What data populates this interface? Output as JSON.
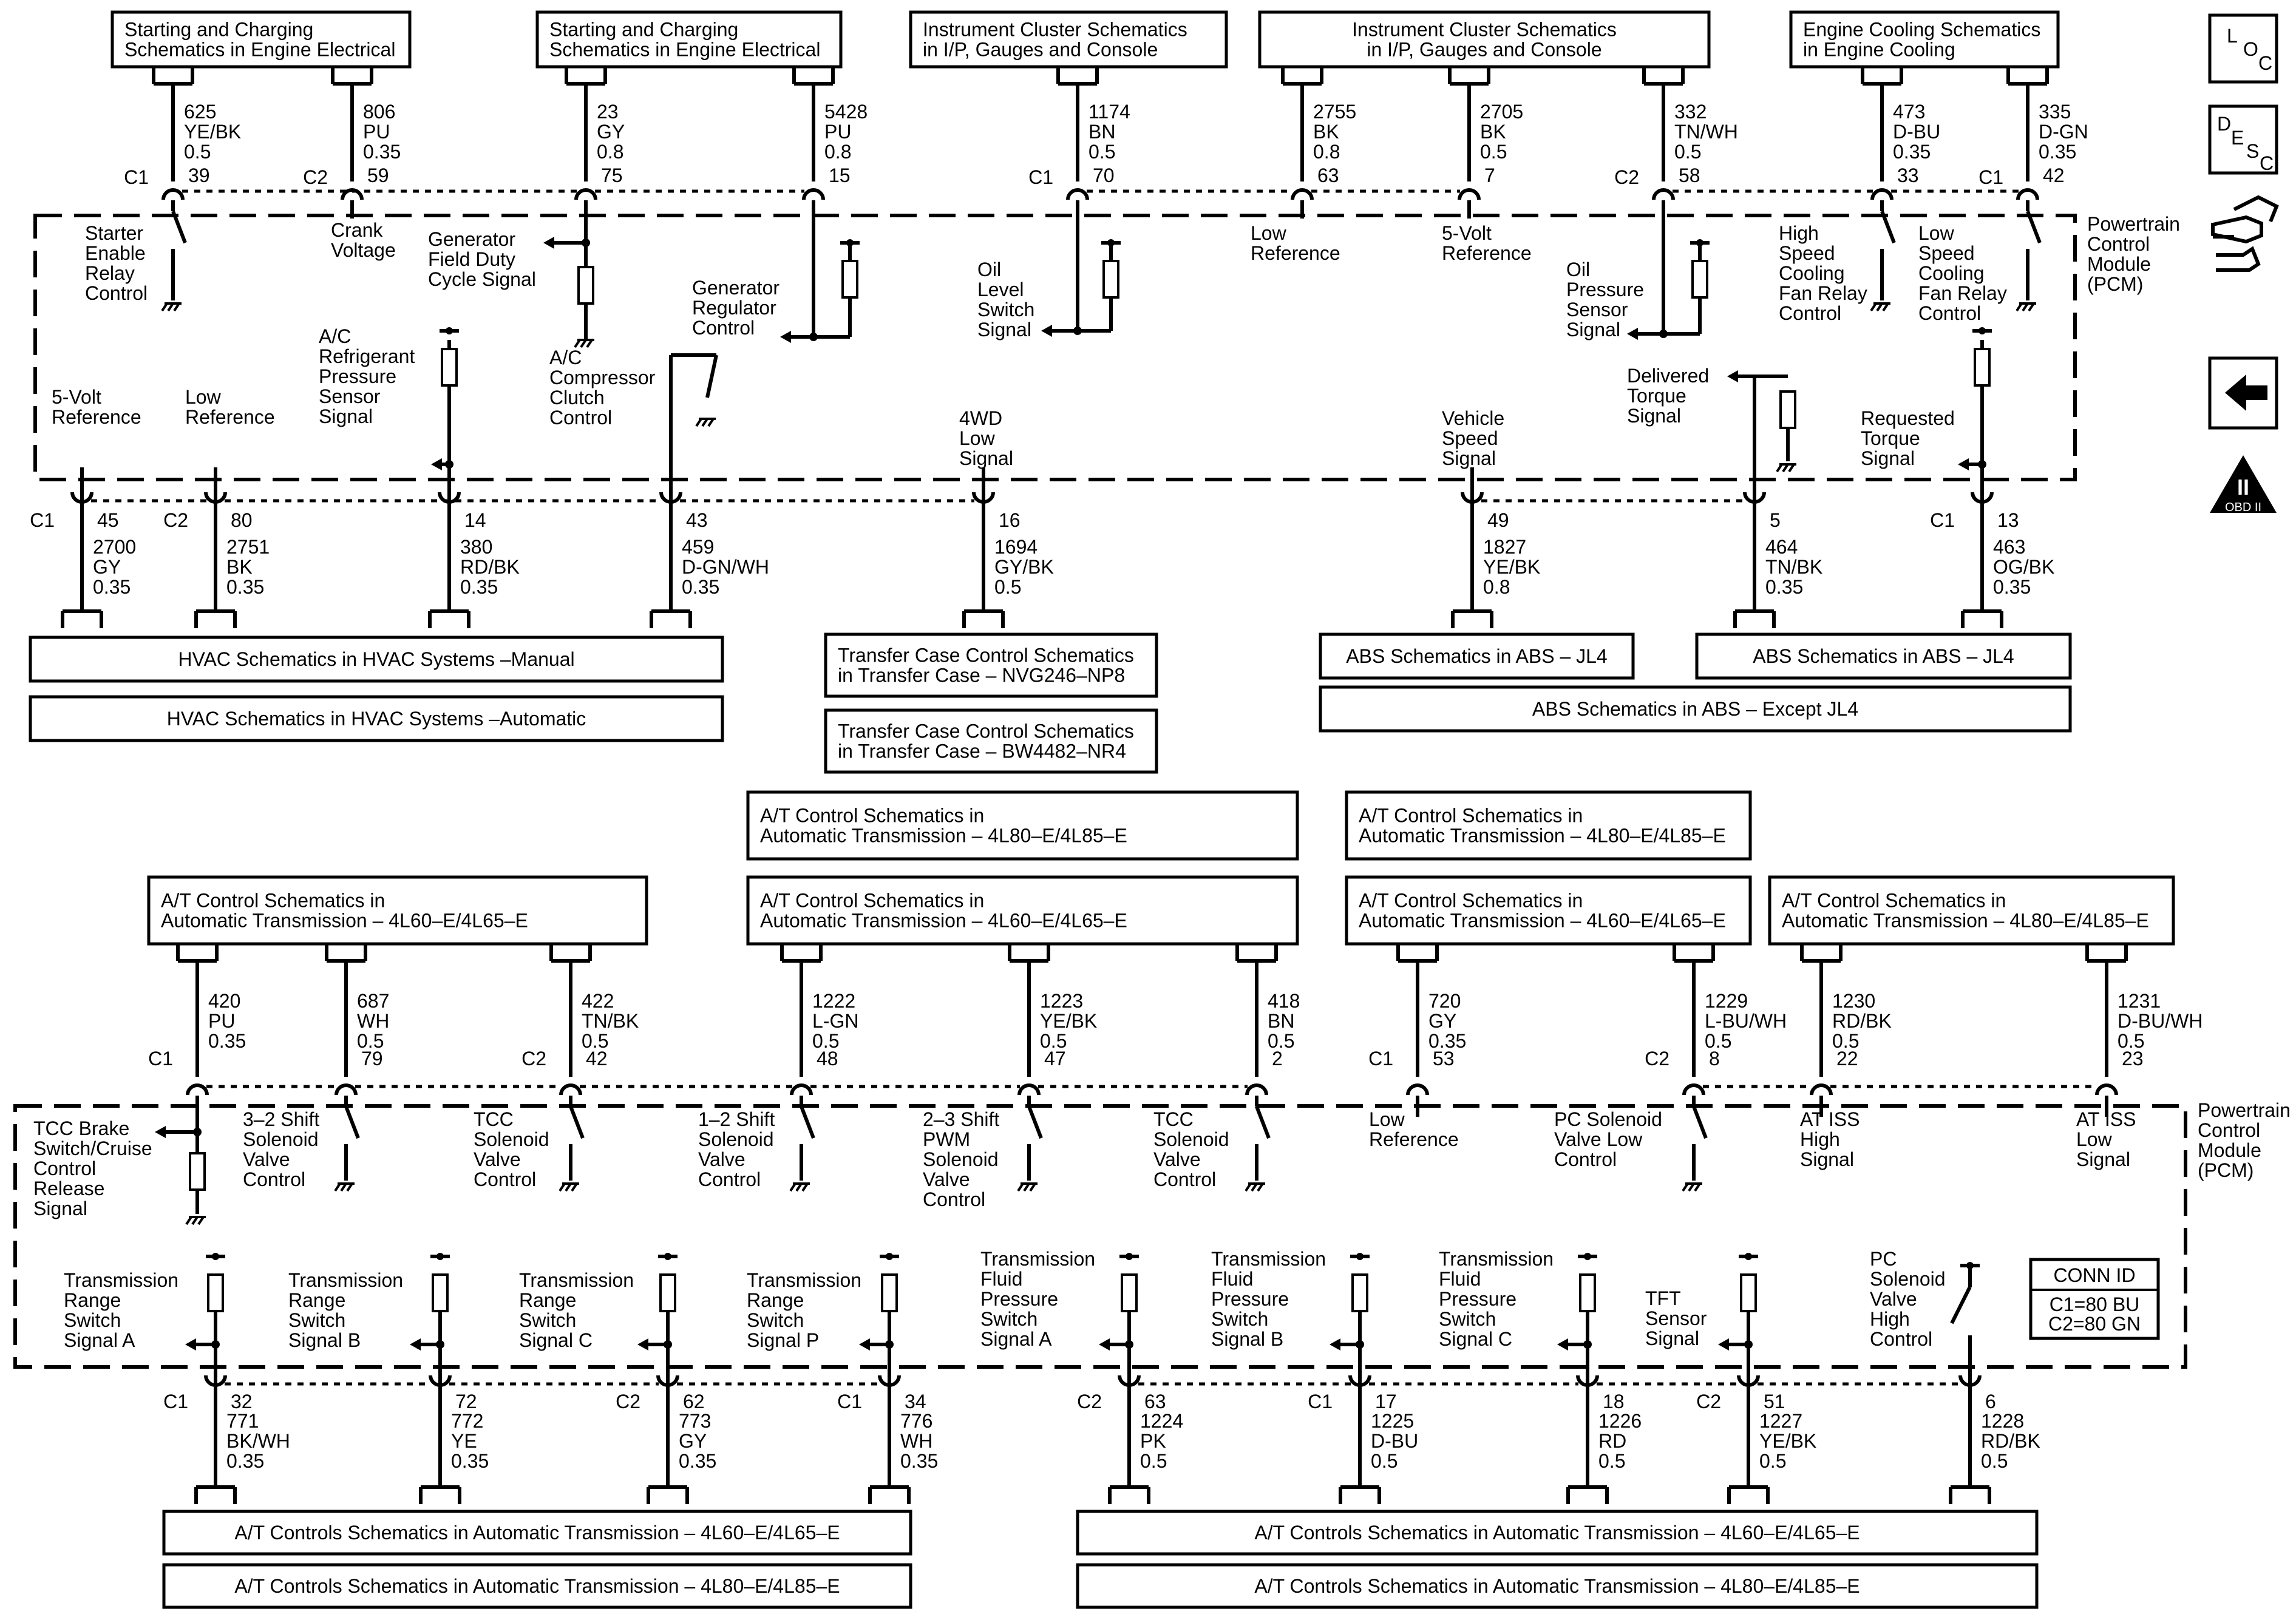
{
  "modules": [
    {
      "id": "top_pcm",
      "label": "Powertrain Control Module (PCM)",
      "lines": [
        "Powertrain",
        "Control",
        "Module",
        "(PCM)"
      ]
    },
    {
      "id": "bottom_pcm",
      "label": "Powertrain Control Module (PCM)",
      "lines": [
        "Powertrain",
        "Control",
        "Module",
        "(PCM)"
      ]
    }
  ],
  "top_ref_boxes": [
    {
      "id": "t1",
      "lines": [
        "Starting and Charging",
        "Schematics in Engine Electrical"
      ]
    },
    {
      "id": "t2",
      "lines": [
        "Starting and Charging",
        "Schematics in Engine Electrical"
      ]
    },
    {
      "id": "t3",
      "lines": [
        "Instrument Cluster Schematics",
        "in I/P, Gauges and Console"
      ]
    },
    {
      "id": "t4",
      "lines": [
        "Instrument Cluster Schematics",
        "in I/P, Gauges and Console"
      ]
    },
    {
      "id": "t5",
      "lines": [
        "Engine Cooling Schematics",
        "in Engine Cooling"
      ]
    }
  ],
  "top_wires": [
    {
      "circuit": "625",
      "color": "YE/BK",
      "gauge": "0.5",
      "pin": "39",
      "conn": "C1"
    },
    {
      "circuit": "806",
      "color": "PU",
      "gauge": "0.35",
      "pin": "59",
      "conn": "C2"
    },
    {
      "circuit": "23",
      "color": "GY",
      "gauge": "0.8",
      "pin": "75",
      "conn": ""
    },
    {
      "circuit": "5428",
      "color": "PU",
      "gauge": "0.8",
      "pin": "15",
      "conn": ""
    },
    {
      "circuit": "1174",
      "color": "BN",
      "gauge": "0.5",
      "pin": "70",
      "conn": "C1"
    },
    {
      "circuit": "2755",
      "color": "BK",
      "gauge": "0.8",
      "pin": "63",
      "conn": ""
    },
    {
      "circuit": "2705",
      "color": "BK",
      "gauge": "0.5",
      "pin": "7",
      "conn": ""
    },
    {
      "circuit": "332",
      "color": "TN/WH",
      "gauge": "0.5",
      "pin": "58",
      "conn": "C2"
    },
    {
      "circuit": "473",
      "color": "D-BU",
      "gauge": "0.35",
      "pin": "33",
      "conn": ""
    },
    {
      "circuit": "335",
      "color": "D-GN",
      "gauge": "0.35",
      "pin": "42",
      "conn": "C1"
    }
  ],
  "top_internal": [
    {
      "lines": [
        "Starter",
        "Enable",
        "Relay",
        "Control"
      ]
    },
    {
      "lines": [
        "Crank",
        "Voltage"
      ]
    },
    {
      "lines": [
        "Generator",
        "Field Duty",
        "Cycle Signal"
      ]
    },
    {
      "lines": [
        "Generator",
        "Regulator",
        "Control"
      ]
    },
    {
      "lines": [
        "Oil",
        "Level",
        "Switch",
        "Signal"
      ]
    },
    {
      "lines": [
        "Low",
        "Reference"
      ]
    },
    {
      "lines": [
        "5-Volt",
        "Reference"
      ]
    },
    {
      "lines": [
        "Oil",
        "Pressure",
        "Sensor",
        "Signal"
      ]
    },
    {
      "lines": [
        "High",
        "Speed",
        "Cooling",
        "Fan Relay",
        "Control"
      ]
    },
    {
      "lines": [
        "Low",
        "Speed",
        "Cooling",
        "Fan Relay",
        "Control"
      ]
    }
  ],
  "mid_internal": [
    {
      "lines": [
        "5-Volt",
        "Reference"
      ]
    },
    {
      "lines": [
        "Low",
        "Reference"
      ]
    },
    {
      "lines": [
        "A/C",
        "Refrigerant",
        "Pressure",
        "Sensor",
        "Signal"
      ]
    },
    {
      "lines": [
        "A/C",
        "Compressor",
        "Clutch",
        "Control"
      ]
    },
    {
      "lines": [
        "4WD",
        "Low",
        "Signal"
      ]
    },
    {
      "lines": [
        "Vehicle",
        "Speed",
        "Signal"
      ]
    },
    {
      "lines": [
        "Delivered",
        "Torque",
        "Signal"
      ]
    },
    {
      "lines": [
        "Requested",
        "Torque",
        "Signal"
      ]
    }
  ],
  "mid_wires": [
    {
      "circuit": "2700",
      "color": "GY",
      "gauge": "0.35",
      "pin": "45",
      "conn": "C1"
    },
    {
      "circuit": "2751",
      "color": "BK",
      "gauge": "0.35",
      "pin": "80",
      "conn": "C2"
    },
    {
      "circuit": "380",
      "color": "RD/BK",
      "gauge": "0.35",
      "pin": "14",
      "conn": ""
    },
    {
      "circuit": "459",
      "color": "D-GN/WH",
      "gauge": "0.35",
      "pin": "43",
      "conn": ""
    },
    {
      "circuit": "1694",
      "color": "GY/BK",
      "gauge": "0.5",
      "pin": "16",
      "conn": ""
    },
    {
      "circuit": "1827",
      "color": "YE/BK",
      "gauge": "0.8",
      "pin": "49",
      "conn": ""
    },
    {
      "circuit": "464",
      "color": "TN/BK",
      "gauge": "0.35",
      "pin": "5",
      "conn": ""
    },
    {
      "circuit": "463",
      "color": "OG/BK",
      "gauge": "0.35",
      "pin": "13",
      "conn": "C1"
    }
  ],
  "mid_ref_boxes": [
    {
      "lines": [
        "HVAC Schematics in HVAC Systems –Manual"
      ]
    },
    {
      "lines": [
        "HVAC Schematics in HVAC Systems –Automatic"
      ]
    },
    {
      "lines": [
        "Transfer Case Control Schematics",
        "in Transfer Case – NVG246–NP8"
      ]
    },
    {
      "lines": [
        "Transfer Case Control Schematics",
        "in Transfer Case – BW4482–NR4"
      ]
    },
    {
      "lines": [
        "ABS Schematics in ABS – JL4"
      ]
    },
    {
      "lines": [
        "ABS Schematics in ABS – JL4"
      ]
    },
    {
      "lines": [
        "ABS Schematics in ABS – Except JL4"
      ]
    }
  ],
  "at_ref_boxes": [
    {
      "lines": [
        "A/T Control Schematics in",
        "Automatic Transmission – 4L80–E/4L85–E"
      ]
    },
    {
      "lines": [
        "A/T Control Schematics in",
        "Automatic Transmission – 4L80–E/4L85–E"
      ]
    },
    {
      "lines": [
        "A/T Control Schematics in",
        "Automatic Transmission – 4L60–E/4L65–E"
      ]
    },
    {
      "lines": [
        "A/T Control Schematics in",
        "Automatic Transmission – 4L60–E/4L65–E"
      ]
    },
    {
      "lines": [
        "A/T Control Schematics in",
        "Automatic Transmission – 4L60–E/4L65–E"
      ]
    },
    {
      "lines": [
        "A/T Control Schematics in",
        "Automatic Transmission – 4L80–E/4L85–E"
      ]
    }
  ],
  "at_wires": [
    {
      "circuit": "420",
      "color": "PU",
      "gauge": "0.35",
      "pin": "",
      "conn": "C1"
    },
    {
      "circuit": "687",
      "color": "WH",
      "gauge": "0.5",
      "pin": "79",
      "conn": ""
    },
    {
      "circuit": "422",
      "color": "TN/BK",
      "gauge": "0.5",
      "pin": "42",
      "conn": "C2"
    },
    {
      "circuit": "1222",
      "color": "L-GN",
      "gauge": "0.5",
      "pin": "48",
      "conn": ""
    },
    {
      "circuit": "1223",
      "color": "YE/BK",
      "gauge": "0.5",
      "pin": "47",
      "conn": ""
    },
    {
      "circuit": "418",
      "color": "BN",
      "gauge": "0.5",
      "pin": "2",
      "conn": ""
    },
    {
      "circuit": "720",
      "color": "GY",
      "gauge": "0.35",
      "pin": "53",
      "conn": "C1"
    },
    {
      "circuit": "1229",
      "color": "L-BU/WH",
      "gauge": "0.5",
      "pin": "8",
      "conn": "C2"
    },
    {
      "circuit": "1230",
      "color": "RD/BK",
      "gauge": "0.5",
      "pin": "22",
      "conn": ""
    },
    {
      "circuit": "1231",
      "color": "D-BU/WH",
      "gauge": "0.5",
      "pin": "23",
      "conn": ""
    }
  ],
  "at_internal": [
    {
      "lines": [
        "TCC Brake",
        "Switch/Cruise",
        "Control",
        "Release",
        "Signal"
      ]
    },
    {
      "lines": [
        "3–2 Shift",
        "Solenoid",
        "Valve",
        "Control"
      ]
    },
    {
      "lines": [
        "TCC",
        "Solenoid",
        "Valve",
        "Control"
      ]
    },
    {
      "lines": [
        "1–2 Shift",
        "Solenoid",
        "Valve",
        "Control"
      ]
    },
    {
      "lines": [
        "2–3 Shift",
        "PWM",
        "Solenoid",
        "Valve",
        "Control"
      ]
    },
    {
      "lines": [
        "TCC",
        "Solenoid",
        "Valve",
        "Control"
      ]
    },
    {
      "lines": [
        "Low",
        "Reference"
      ]
    },
    {
      "lines": [
        "PC Solenoid",
        "Valve Low",
        "Control"
      ]
    },
    {
      "lines": [
        "AT ISS",
        "High",
        "Signal"
      ]
    },
    {
      "lines": [
        "AT ISS",
        "Low",
        "Signal"
      ]
    }
  ],
  "bottom_internal": [
    {
      "lines": [
        "Transmission",
        "Range",
        "Switch",
        "Signal A"
      ]
    },
    {
      "lines": [
        "Transmission",
        "Range",
        "Switch",
        "Signal B"
      ]
    },
    {
      "lines": [
        "Transmission",
        "Range",
        "Switch",
        "Signal C"
      ]
    },
    {
      "lines": [
        "Transmission",
        "Range",
        "Switch",
        "Signal P"
      ]
    },
    {
      "lines": [
        "Transmission",
        "Fluid",
        "Pressure",
        "Switch",
        "Signal A"
      ]
    },
    {
      "lines": [
        "Transmission",
        "Fluid",
        "Pressure",
        "Switch",
        "Signal B"
      ]
    },
    {
      "lines": [
        "Transmission",
        "Fluid",
        "Pressure",
        "Switch",
        "Signal C"
      ]
    },
    {
      "lines": [
        "TFT",
        "Sensor",
        "Signal"
      ]
    },
    {
      "lines": [
        "PC",
        "Solenoid",
        "Valve",
        "High",
        "Control"
      ]
    }
  ],
  "bottom_wires": [
    {
      "circuit": "771",
      "color": "BK/WH",
      "gauge": "0.35",
      "pin": "32",
      "conn": "C1"
    },
    {
      "circuit": "772",
      "color": "YE",
      "gauge": "0.35",
      "pin": "72",
      "conn": ""
    },
    {
      "circuit": "773",
      "color": "GY",
      "gauge": "0.35",
      "pin": "62",
      "conn": "C2"
    },
    {
      "circuit": "776",
      "color": "WH",
      "gauge": "0.35",
      "pin": "34",
      "conn": "C1"
    },
    {
      "circuit": "1224",
      "color": "PK",
      "gauge": "0.5",
      "pin": "63",
      "conn": "C2"
    },
    {
      "circuit": "1225",
      "color": "D-BU",
      "gauge": "0.5",
      "pin": "17",
      "conn": "C1"
    },
    {
      "circuit": "1226",
      "color": "RD",
      "gauge": "0.5",
      "pin": "18",
      "conn": ""
    },
    {
      "circuit": "1227",
      "color": "YE/BK",
      "gauge": "0.5",
      "pin": "51",
      "conn": "C2"
    },
    {
      "circuit": "1228",
      "color": "RD/BK",
      "gauge": "0.5",
      "pin": "6",
      "conn": ""
    }
  ],
  "bottom_ref_boxes": [
    {
      "lines": [
        "A/T Controls Schematics in Automatic Transmission – 4L60–E/4L65–E"
      ]
    },
    {
      "lines": [
        "A/T Controls Schematics in Automatic Transmission – 4L80–E/4L85–E"
      ]
    },
    {
      "lines": [
        "A/T Controls Schematics in Automatic Transmission – 4L60–E/4L65–E"
      ]
    },
    {
      "lines": [
        "A/T Controls Schematics in Automatic Transmission – 4L80–E/4L85–E"
      ]
    }
  ],
  "conn_id": {
    "title": "CONN ID",
    "c1": "C1=80 BU",
    "c2": "C2=80 GN"
  },
  "side_icons": {
    "loc": {
      "letters": [
        "L",
        "O",
        "C"
      ]
    },
    "desc": {
      "letters": [
        "D",
        "E",
        "S",
        "C"
      ]
    },
    "obd": {
      "label": "OBD II",
      "numeral": "II"
    }
  }
}
